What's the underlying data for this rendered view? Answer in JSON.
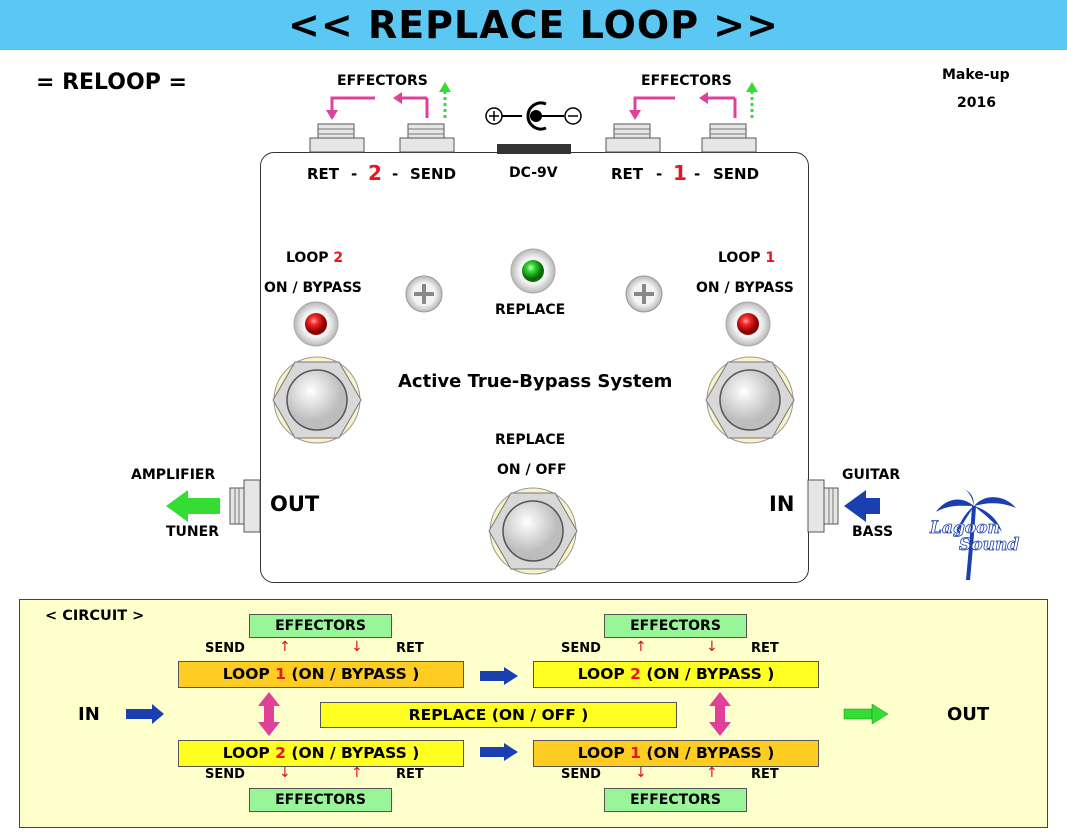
{
  "header": {
    "title": "<< REPLACE LOOP >>"
  },
  "top": {
    "subtitle": "= RELOOP =",
    "makeup_line1": "Make-up",
    "makeup_line2": "2016"
  },
  "pedal": {
    "effectors_left": "EFFECTORS",
    "effectors_right": "EFFECTORS",
    "ret": "RET",
    "send": "SEND",
    "dash": "-",
    "loop2_num": "2",
    "loop1_num": "1",
    "dc": "DC-9V",
    "loop2_label": "LOOP",
    "loop1_label": "LOOP",
    "on_bypass": "ON / BYPASS",
    "replace": "REPLACE",
    "system": "Active True-Bypass System",
    "replace_sw": "REPLACE",
    "on_off": "ON / OFF",
    "out": "OUT",
    "in": "IN",
    "amplifier": "AMPLIFIER",
    "tuner": "TUNER",
    "guitar": "GUITAR",
    "bass": "BASS",
    "logo_line1": "Lagoon",
    "logo_line2": "Sound"
  },
  "colors": {
    "led_red": "#e8141e",
    "led_green": "#22cc22",
    "pink_arrow": "#e0409a",
    "blue_arrow": "#1a3fb0",
    "green_arrow": "#33dd33"
  },
  "circuit": {
    "title": "< CIRCUIT >",
    "in": "IN",
    "out": "OUT",
    "effectors": "EFFECTORS",
    "send": "SEND",
    "ret": "RET",
    "up_arrow": "↑",
    "down_arrow": "↓",
    "loop_word": "LOOP",
    "on_bypass": "(ON / BYPASS )",
    "n1": "1",
    "n2": "2",
    "replace_box": "REPLACE  (ON / OFF )"
  }
}
